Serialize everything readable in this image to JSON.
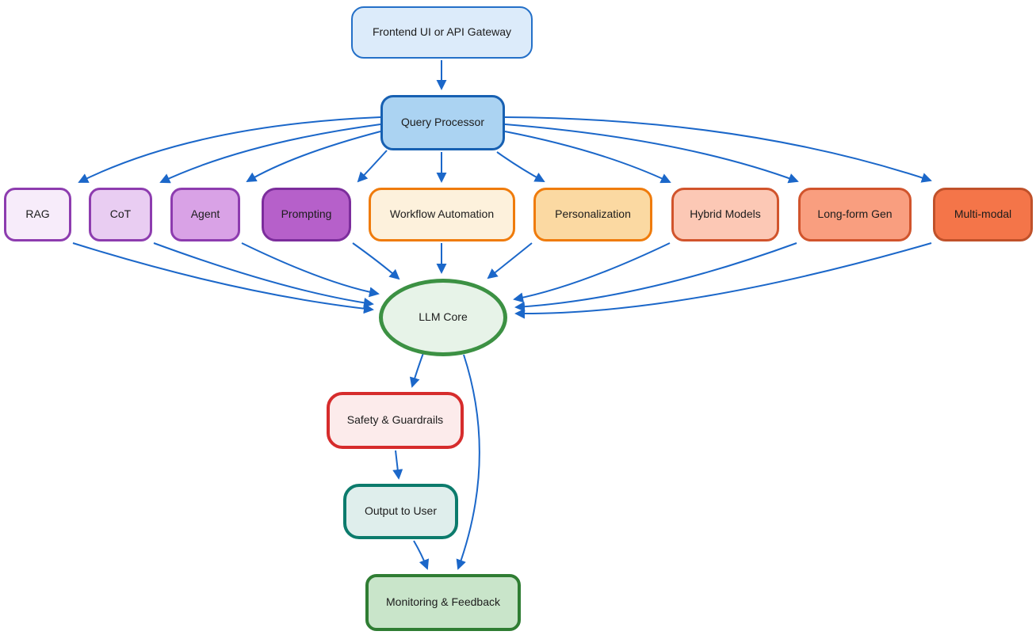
{
  "diagram": {
    "type": "flowchart",
    "arrow_color": "#1b67c9",
    "text_color": "#1c1c1c",
    "background": "#ffffff",
    "nodes": [
      {
        "id": "frontend",
        "label": "Frontend UI or API Gateway",
        "shape": "rounded-rect",
        "fill": "#dcebfa",
        "border": "#2470c8"
      },
      {
        "id": "query",
        "label": "Query Processor",
        "shape": "rounded-rect",
        "fill": "#abd3f2",
        "border": "#1760b2"
      },
      {
        "id": "rag",
        "label": "RAG",
        "shape": "rounded-rect",
        "fill": "#f7ecfa",
        "border": "#8d3caf"
      },
      {
        "id": "cot",
        "label": "CoT",
        "shape": "rounded-rect",
        "fill": "#e9cdf2",
        "border": "#8d3caf"
      },
      {
        "id": "agent",
        "label": "Agent",
        "shape": "rounded-rect",
        "fill": "#d9a2e6",
        "border": "#8d3caf"
      },
      {
        "id": "prompting",
        "label": "Prompting",
        "shape": "rounded-rect",
        "fill": "#b660ca",
        "border": "#7c2d9c"
      },
      {
        "id": "workflow",
        "label": "Workflow Automation",
        "shape": "rounded-rect",
        "fill": "#fdf1dc",
        "border": "#ef7b0b"
      },
      {
        "id": "personalization",
        "label": "Personalization",
        "shape": "rounded-rect",
        "fill": "#fbd9a2",
        "border": "#ef7b0b"
      },
      {
        "id": "hybrid",
        "label": "Hybrid Models",
        "shape": "rounded-rect",
        "fill": "#fcc8b5",
        "border": "#d1542c"
      },
      {
        "id": "longform",
        "label": "Long-form Gen",
        "shape": "rounded-rect",
        "fill": "#f99e7f",
        "border": "#d1542c"
      },
      {
        "id": "multimodal",
        "label": "Multi-modal",
        "shape": "rounded-rect",
        "fill": "#f47549",
        "border": "#c0512a"
      },
      {
        "id": "llm",
        "label": "LLM Core",
        "shape": "ellipse",
        "fill": "#e7f3e8",
        "border": "#3c9143"
      },
      {
        "id": "safety",
        "label": "Safety & Guardrails",
        "shape": "rounded-rect",
        "fill": "#fcebeb",
        "border": "#d62c2c"
      },
      {
        "id": "output",
        "label": "Output to User",
        "shape": "rounded-rect",
        "fill": "#dfeeec",
        "border": "#0c7b6c"
      },
      {
        "id": "monitoring",
        "label": "Monitoring & Feedback",
        "shape": "rounded-rect",
        "fill": "#c9e5ca",
        "border": "#2f7d33"
      }
    ],
    "edges": [
      {
        "from": "frontend",
        "to": "query"
      },
      {
        "from": "query",
        "to": "rag"
      },
      {
        "from": "query",
        "to": "cot"
      },
      {
        "from": "query",
        "to": "agent"
      },
      {
        "from": "query",
        "to": "prompting"
      },
      {
        "from": "query",
        "to": "workflow"
      },
      {
        "from": "query",
        "to": "personalization"
      },
      {
        "from": "query",
        "to": "hybrid"
      },
      {
        "from": "query",
        "to": "longform"
      },
      {
        "from": "query",
        "to": "multimodal"
      },
      {
        "from": "rag",
        "to": "llm"
      },
      {
        "from": "cot",
        "to": "llm"
      },
      {
        "from": "agent",
        "to": "llm"
      },
      {
        "from": "prompting",
        "to": "llm"
      },
      {
        "from": "workflow",
        "to": "llm"
      },
      {
        "from": "personalization",
        "to": "llm"
      },
      {
        "from": "hybrid",
        "to": "llm"
      },
      {
        "from": "longform",
        "to": "llm"
      },
      {
        "from": "multimodal",
        "to": "llm"
      },
      {
        "from": "llm",
        "to": "safety"
      },
      {
        "from": "llm",
        "to": "monitoring"
      },
      {
        "from": "safety",
        "to": "output"
      },
      {
        "from": "output",
        "to": "monitoring"
      }
    ]
  }
}
